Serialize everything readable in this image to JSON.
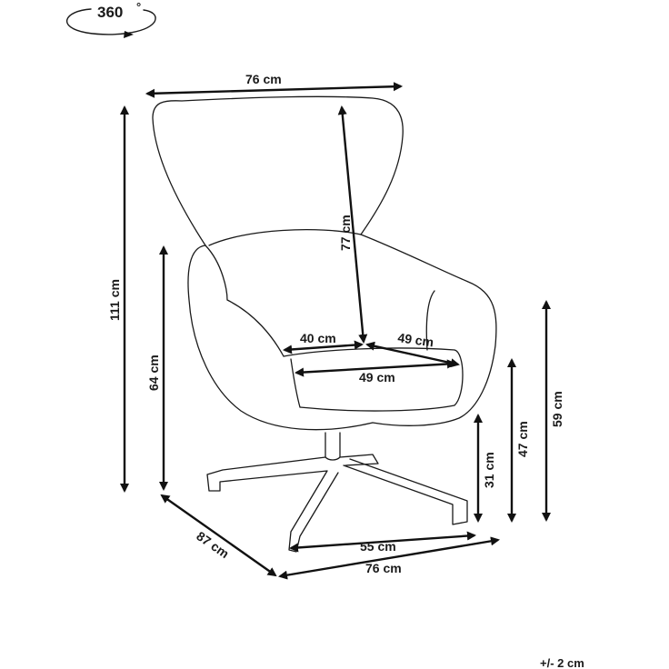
{
  "rotation_badge": {
    "value": "360",
    "unit": "°"
  },
  "dimensions": {
    "top_width": "76 cm",
    "backrest_height": "77 cm",
    "total_height": "111 cm",
    "armrest_height": "64 cm",
    "seat_depth_left": "40 cm",
    "seat_depth_right": "49 cm",
    "seat_width": "49 cm",
    "depth": "87 cm",
    "base_width": "55 cm",
    "bottom_width": "76 cm",
    "seat_height_31": "31 cm",
    "seat_height_47": "47 cm",
    "arm_height_59": "59 cm"
  },
  "tolerance": "+/- 2 cm",
  "colors": {
    "line": "#1a1a1a",
    "background": "#ffffff"
  }
}
